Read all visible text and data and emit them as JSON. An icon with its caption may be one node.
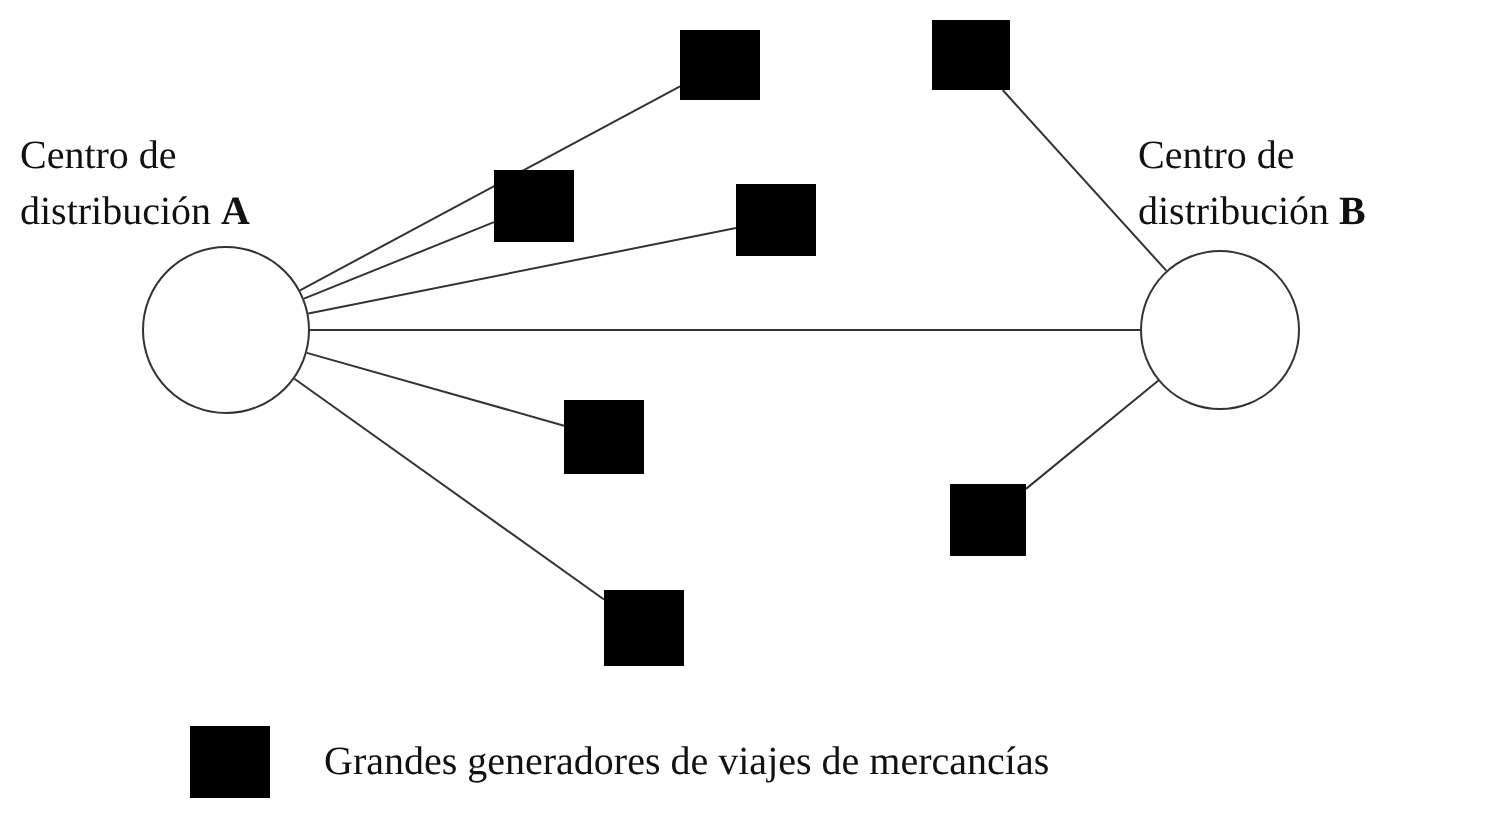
{
  "diagram": {
    "nodes": [
      {
        "text": [
          "Centro de distribución **A**"
        ]
      },
      {
        "text": [
          "Centro de distribución **B**"
        ]
      },
      {
        "text": [],
        "shape": "box"
      },
      {
        "text": [],
        "shape": "box"
      },
      {
        "text": [],
        "shape": "box"
      },
      {
        "text": [],
        "shape": "box"
      },
      {
        "text": [],
        "shape": "box"
      },
      {
        "text": [],
        "shape": "box"
      },
      {
        "text": [],
        "shape": "box"
      }
    ],
    "edges": [
      {
        "from": 0,
        "to": 5,
        "arrow": "none"
      },
      {
        "from": 0,
        "to": 2,
        "arrow": "none"
      },
      {
        "from": 0,
        "to": 6,
        "arrow": "none"
      },
      {
        "from": 0,
        "to": 1,
        "arrow": "none"
      },
      {
        "from": 0,
        "to": 3,
        "arrow": "none"
      },
      {
        "from": 0,
        "to": 4,
        "arrow": "none"
      },
      {
        "from": 1,
        "to": 7,
        "arrow": "none"
      },
      {
        "from": 1,
        "to": 8,
        "arrow": "none"
      }
    ],
    "legend": [
      {
        "text": "Grandes generadores de viajes de mercancías",
        "color": "#000000"
      }
    ]
  }
}
